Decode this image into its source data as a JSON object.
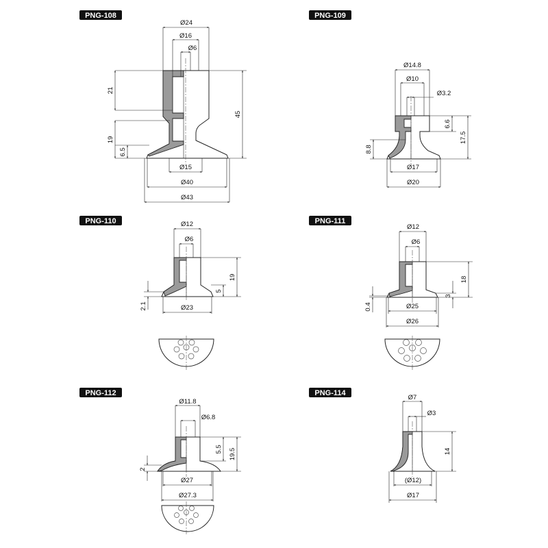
{
  "parts": [
    {
      "model": "PNG-108",
      "dimensions": {
        "d_top": "Ø24",
        "d_mid": "Ø16",
        "d_bore": "Ø6",
        "h_upper": "21",
        "h_lower": "19",
        "h_lip": "6.5",
        "h_total": "45",
        "d_neck": "Ø15",
        "d_cup": "Ø40",
        "d_outer": "Ø43"
      }
    },
    {
      "model": "PNG-109",
      "dimensions": {
        "d_top": "Ø14.8",
        "d_mid": "Ø10",
        "d_bore": "Ø3.2",
        "h_flange": "6.6",
        "h_total": "17.5",
        "h_body": "8.8",
        "d_cup": "Ø17",
        "d_outer": "Ø20"
      }
    },
    {
      "model": "PNG-110",
      "dimensions": {
        "d_top": "Ø12",
        "d_bore": "Ø6",
        "h_total": "19",
        "h_cup": "5",
        "h_lip": "2.1",
        "d_cup": "Ø23"
      }
    },
    {
      "model": "PNG-111",
      "dimensions": {
        "d_top": "Ø12",
        "d_bore": "Ø6",
        "h_total": "18",
        "h_cup": "3",
        "h_lip": "0.4",
        "d_cup": "Ø25",
        "d_outer": "Ø26"
      }
    },
    {
      "model": "PNG-112",
      "dimensions": {
        "d_top": "Ø11.8",
        "d_bore": "Ø6.8",
        "h_body": "5.5",
        "h_total": "19.5",
        "h_lip": "2",
        "d_cup": "Ø27",
        "d_outer": "Ø27.3"
      }
    },
    {
      "model": "PNG-114",
      "dimensions": {
        "d_top": "Ø7",
        "d_bore": "Ø3",
        "h_total": "14",
        "d_cup": "(Ø12)",
        "d_outer": "Ø17"
      }
    }
  ]
}
